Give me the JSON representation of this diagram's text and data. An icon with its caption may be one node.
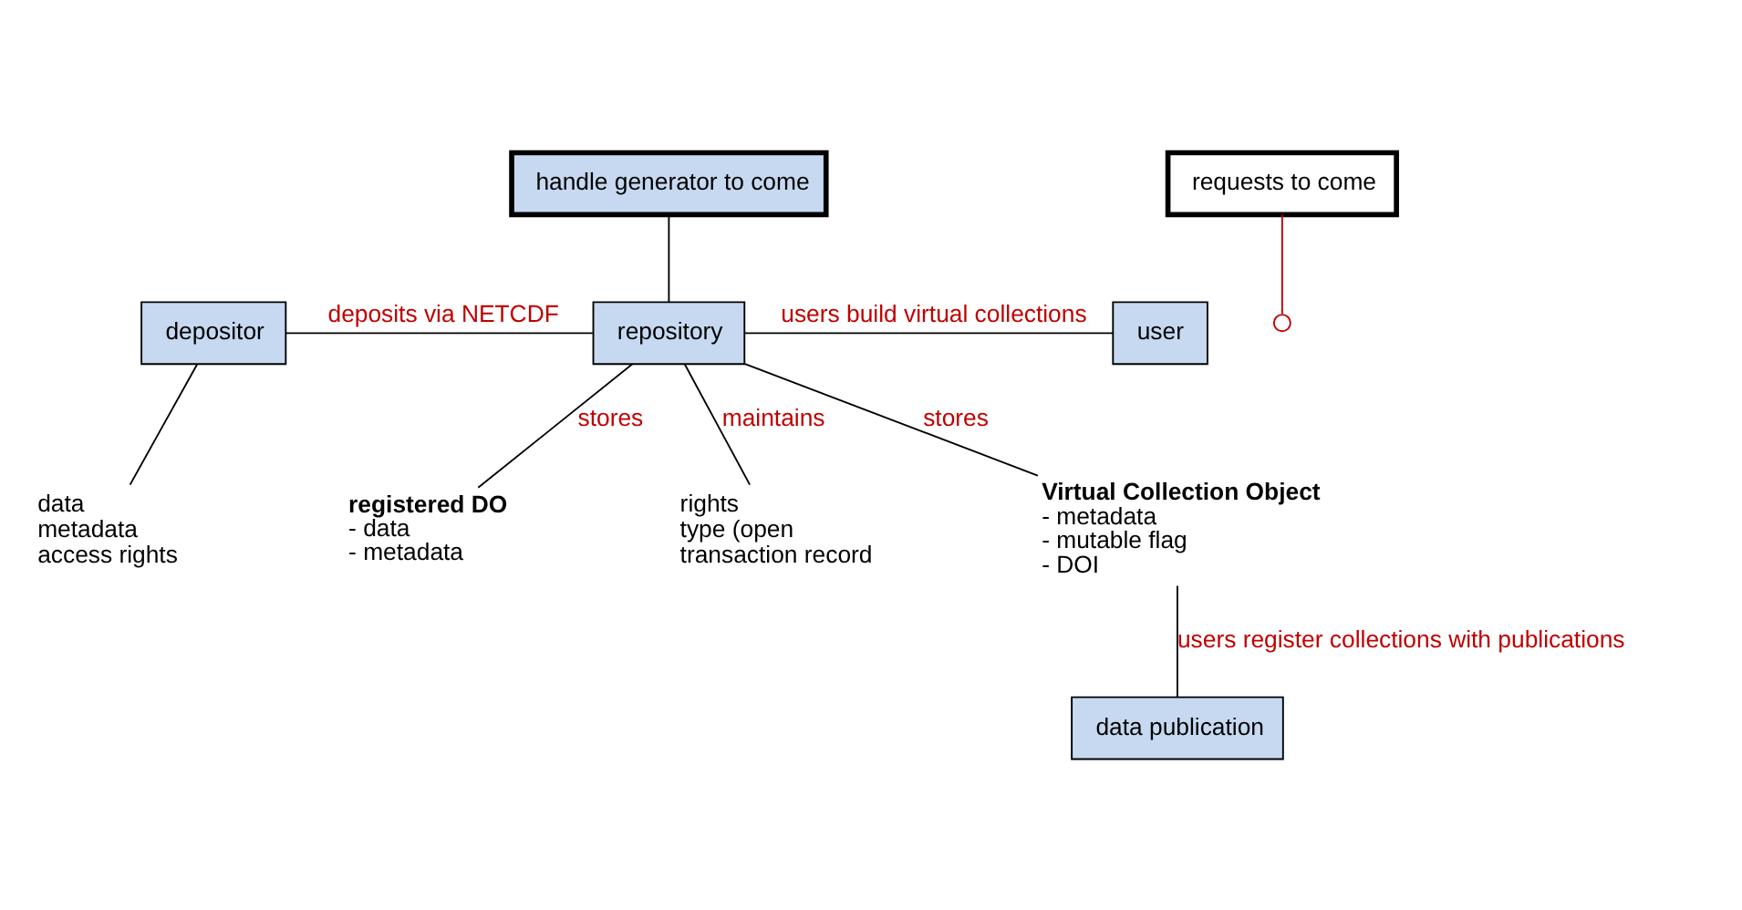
{
  "diagram": {
    "nodes": [
      {
        "text": [
          "handle generator to come"
        ]
      },
      {
        "text": [
          "requests to come"
        ]
      },
      {
        "text": [
          "depositor"
        ]
      },
      {
        "text": [
          "repository"
        ]
      },
      {
        "text": [
          "user"
        ]
      },
      {
        "text": [
          "data",
          "metadata",
          "access rights"
        ]
      },
      {
        "text": [
          "registered DO",
          "- data",
          "- metadata"
        ]
      },
      {
        "text": [
          "rights",
          "type (open",
          "transaction record"
        ]
      },
      {
        "text": [
          "Virtual Collection Object",
          "- metadata",
          "- mutable flag",
          "- DOI"
        ]
      },
      {
        "text": [
          "data publication"
        ]
      }
    ],
    "edges": [
      {
        "from": 0,
        "to": 3,
        "arrow": "none"
      },
      {
        "from": 2,
        "to": 3,
        "arrow": "none",
        "label": "deposits via NETCDF"
      },
      {
        "from": 3,
        "to": 4,
        "arrow": "none",
        "label": "users build virtual collections"
      },
      {
        "from": 2,
        "to": 5,
        "arrow": "none"
      },
      {
        "from": 3,
        "to": 6,
        "arrow": "none",
        "label": "stores"
      },
      {
        "from": 3,
        "to": 7,
        "arrow": "none",
        "label": "maintains"
      },
      {
        "from": 3,
        "to": 8,
        "arrow": "none",
        "label": "stores"
      },
      {
        "from": 8,
        "to": 9,
        "arrow": "none",
        "label": "users register collections with publications"
      },
      {
        "from": 1,
        "to": null,
        "arrow": "other",
        "color": "#c00000"
      }
    ]
  }
}
